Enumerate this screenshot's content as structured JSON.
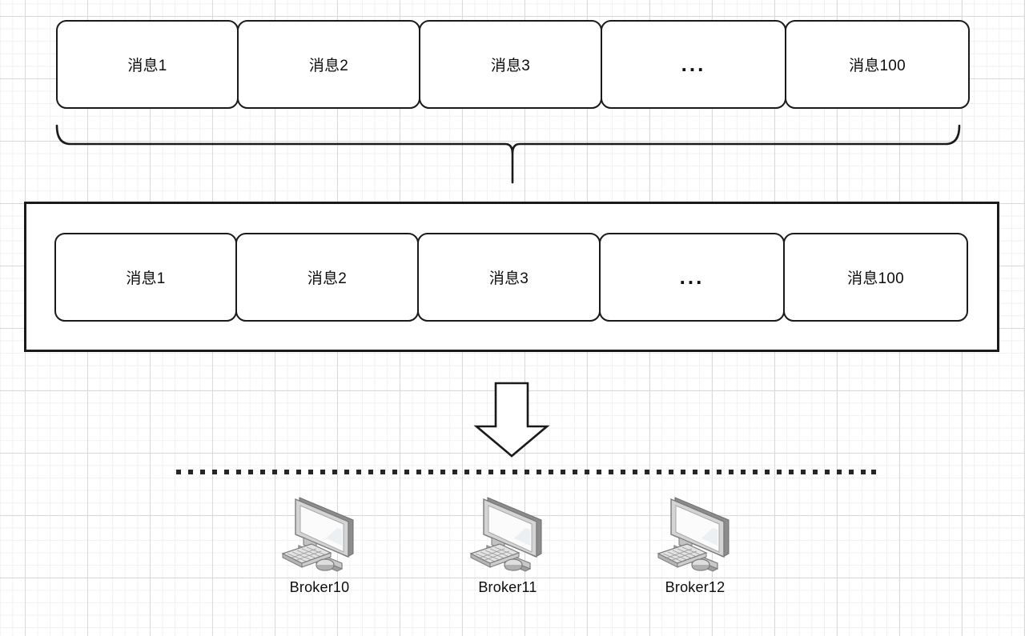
{
  "diagram": {
    "title": "Kafka message partitioning to brokers",
    "colors": {
      "stroke": "#1a1a1a",
      "fill": "#ffffff",
      "grid_minor": "#f1f1f1",
      "grid_major": "#d9d9d9",
      "icon_light": "#f2f2f2",
      "icon_mid": "#b3b3b3",
      "icon_dark": "#808080",
      "dot": "#262626"
    }
  },
  "producer_row": {
    "name": "message-sequence-top",
    "boxes": [
      {
        "label": "消息1"
      },
      {
        "label": "消息2"
      },
      {
        "label": "消息3"
      },
      {
        "label": "..."
      },
      {
        "label": "消息100"
      }
    ]
  },
  "topic_container": {
    "name": "topic-container",
    "label": "",
    "boxes": [
      {
        "label": "消息1"
      },
      {
        "label": "消息2"
      },
      {
        "label": "消息3"
      },
      {
        "label": "..."
      },
      {
        "label": "消息100"
      }
    ]
  },
  "brace": {
    "name": "grouping-brace",
    "orientation": "down"
  },
  "arrow": {
    "name": "down-arrow",
    "direction": "down"
  },
  "cluster": {
    "name": "broker-cluster",
    "separator": "dotted-line",
    "brokers": [
      {
        "label": "Broker10",
        "icon": "desktop-computer-icon"
      },
      {
        "label": "Broker11",
        "icon": "desktop-computer-icon"
      },
      {
        "label": "Broker12",
        "icon": "desktop-computer-icon"
      }
    ]
  }
}
